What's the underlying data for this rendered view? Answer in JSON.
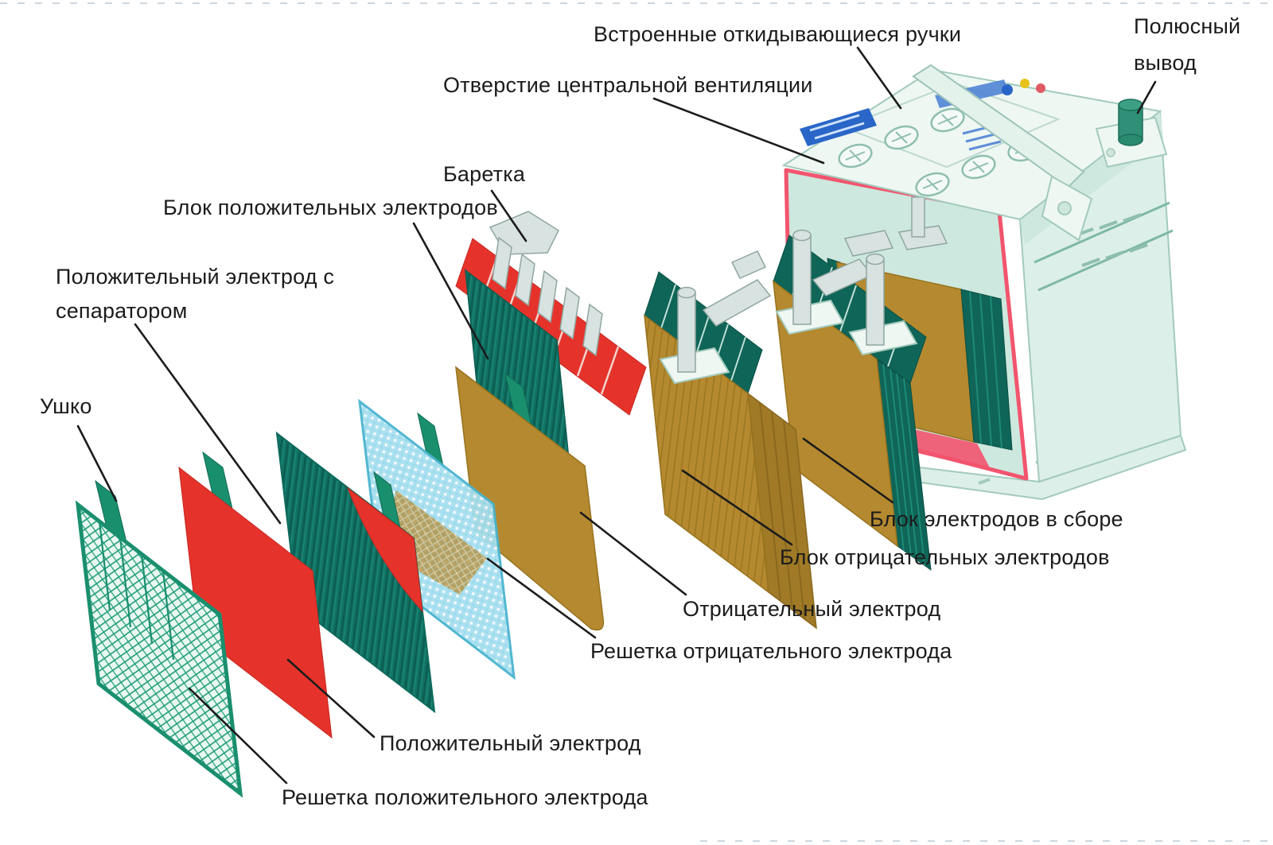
{
  "diagram": {
    "subject": "car-battery-exploded-view",
    "language": "ru"
  },
  "labels": {
    "handles": "Встроенные откидывающиеся ручки",
    "vent": "Отверстие центральной вентиляции",
    "terminal": [
      "Полюсный",
      "вывод"
    ],
    "baretka": "Баретка",
    "pos_block": "Блок положительных электродов",
    "pos_electrode_sep": [
      "Положительный электрод с",
      "сепаратором"
    ],
    "lug": "Ушко",
    "assembled_block": "Блок электродов в сборе",
    "neg_block": "Блок отрицательных электродов",
    "neg_electrode": "Отрицательный электрод",
    "neg_grid": "Решетка отрицательного электрода",
    "pos_electrode": "Положительный электрод",
    "pos_grid": "Решетка положительного электрода"
  },
  "colors": {
    "bg": "#ffffff",
    "text": "#1b1b1b",
    "line": "#1c1c1c",
    "accent_teal": "#1a8f6e",
    "dark_teal": "#14796b",
    "deep_teal": "#0f6557",
    "red": "#e5332b",
    "brown": "#b5892f",
    "brown_dark": "#97731f",
    "cyan": "#a6dff0",
    "cyan_line": "#49b4cf",
    "silver": "#d8e2e0",
    "silver_edge": "#8fa6a1",
    "body": "#eef7f2",
    "body_shade": "#dcefe8",
    "body_edge": "#a3cabd",
    "pink": "#f2546e",
    "label_blue": "#2a66c8",
    "dot_yellow": "#e8c21a"
  }
}
